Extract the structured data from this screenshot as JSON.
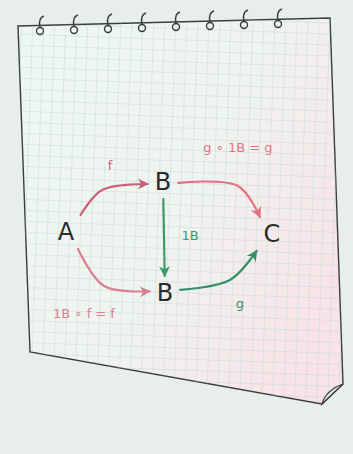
{
  "diagram": {
    "nodes": [
      {
        "text": [
          "A"
        ]
      },
      {
        "text": [
          "B"
        ]
      },
      {
        "text": [
          "C"
        ]
      },
      {
        "text": [
          "B"
        ]
      }
    ],
    "edges": [
      {
        "from": 0,
        "to": 1,
        "arrow": "to",
        "label": "f"
      },
      {
        "from": 1,
        "to": 2,
        "arrow": "to",
        "label": "g ∘ 1B = g"
      },
      {
        "from": 1,
        "to": 3,
        "arrow": "to",
        "label": "1B"
      },
      {
        "from": 0,
        "to": 3,
        "arrow": "to",
        "label": "1B ∘ f = f"
      },
      {
        "from": 3,
        "to": 2,
        "arrow": "to",
        "label": "g"
      }
    ]
  }
}
